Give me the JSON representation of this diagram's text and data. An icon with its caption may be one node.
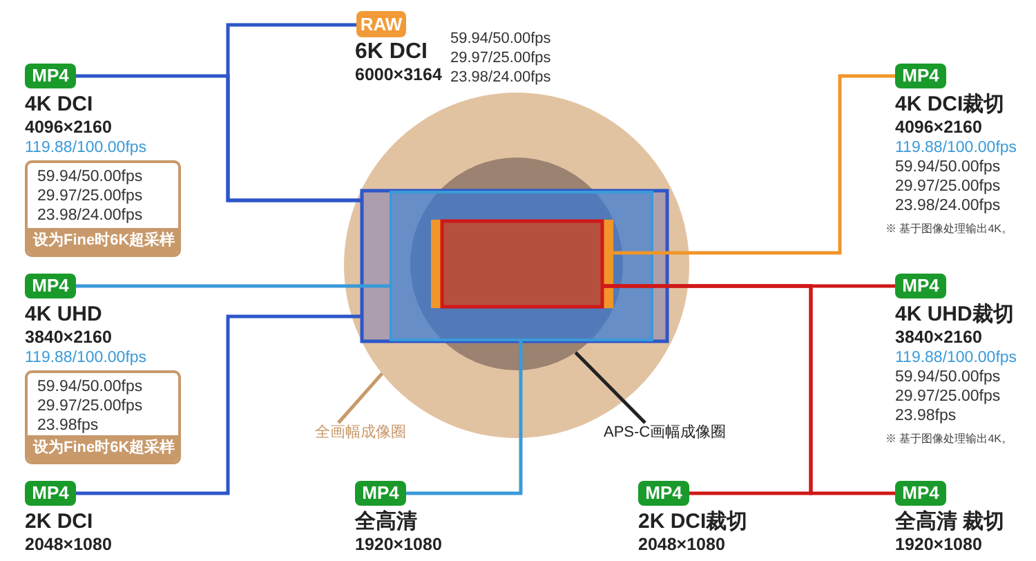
{
  "diagram": {
    "nodes": [
      {
        "text": [
          "RAW"
        ],
        "beside": [
          "6K DCI",
          "6000×3164",
          "59.94/50.00fps",
          "29.97/25.00fps",
          "23.98/24.00fps"
        ]
      },
      {
        "text": [
          "MP4"
        ],
        "beside": [
          "4K DCI",
          "4096×2160",
          "119.88/100.00fps"
        ]
      },
      {
        "text": [
          "MP4"
        ],
        "beside": [
          "4K DCI裁切",
          "4096×2160",
          "119.88/100.00fps",
          "59.94/50.00fps",
          "29.97/25.00fps",
          "23.98/24.00fps",
          "※ 基于图像处理输出4K。"
        ]
      },
      {
        "text": [
          "59.94/50.00fps",
          "29.97/25.00fps",
          "23.98/24.00fps",
          "设为Fine时6K超采样"
        ]
      },
      {
        "text": [],
        "shape": "circle"
      },
      {
        "text": [],
        "shape": "circle",
        "in": 4
      },
      {
        "text": [],
        "shape": "box",
        "in": 4
      },
      {
        "text": [],
        "shape": "box",
        "in": 6
      },
      {
        "text": [],
        "shape": "box",
        "in": 7
      },
      {
        "text": [],
        "shape": "box",
        "in": 8
      },
      {
        "text": [
          "MP4"
        ],
        "beside": [
          "4K UHD",
          "3840×2160",
          "119.88/100.00fps"
        ]
      },
      {
        "text": [
          "MP4"
        ],
        "beside": [
          "4K UHD裁切",
          "3840×2160",
          "119.88/100.00fps",
          "59.94/50.00fps",
          "29.97/25.00fps",
          "23.98fps",
          "※ 基于图像处理输出4K。"
        ]
      },
      {
        "text": [
          "59.94/50.00fps",
          "29.97/25.00fps",
          "23.98fps",
          "设为Fine时6K超采样"
        ]
      },
      {
        "text": [
          "全画幅成像圈"
        ]
      },
      {
        "text": [
          "APS-C画幅成像圈"
        ]
      },
      {
        "text": [
          "MP4"
        ],
        "beside": [
          "2K DCI",
          "2048×1080"
        ]
      },
      {
        "text": [
          "MP4"
        ],
        "beside": [
          "全高清",
          "1920×1080"
        ]
      },
      {
        "text": [
          "MP4"
        ],
        "beside": [
          "2K DCI裁切",
          "2048×1080"
        ]
      },
      {
        "text": [
          "MP4"
        ],
        "beside": [
          "全高清 裁切",
          "1920×1080"
        ]
      }
    ],
    "edges": [
      {
        "from": 0,
        "to": 6,
        "arrow": "none",
        "color": "#2d56c9"
      },
      {
        "from": 1,
        "to": 6,
        "arrow": "none",
        "color": "#2d56c9"
      },
      {
        "from": 2,
        "to": 8,
        "arrow": "none",
        "color": "#f0962a"
      },
      {
        "from": 10,
        "to": 7,
        "arrow": "none",
        "color": "#3a9ad9"
      },
      {
        "from": 11,
        "to": 9,
        "arrow": "none",
        "color": "#d01818"
      },
      {
        "from": 13,
        "to": 4,
        "arrow": "none",
        "color": "#c8996a"
      },
      {
        "from": 14,
        "to": 5,
        "arrow": "none",
        "color": "#222222"
      },
      {
        "from": 15,
        "to": 6,
        "arrow": "none",
        "color": "#2d56c9"
      },
      {
        "from": 16,
        "to": 7,
        "arrow": "none",
        "color": "#3a9ad9"
      },
      {
        "from": 17,
        "to": 9,
        "arrow": "none",
        "color": "#d01818"
      },
      {
        "from": 18,
        "to": 9,
        "arrow": "none",
        "color": "#d01818"
      }
    ]
  }
}
